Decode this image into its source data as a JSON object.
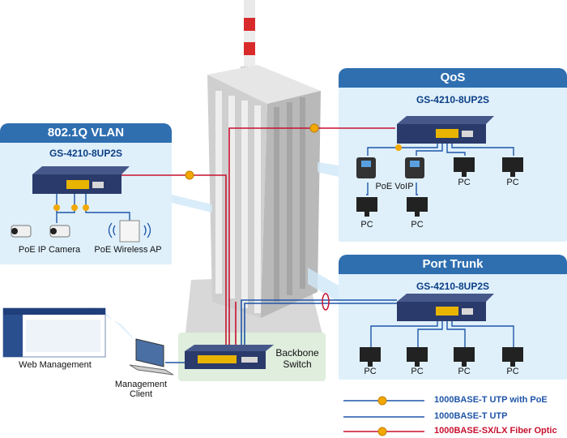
{
  "colors": {
    "panel_bg": "#dff0fb",
    "panel_header": "#2f6fb0",
    "model_text": "#0c3f86",
    "utp_poe": "#1f55a8",
    "utp": "#1f55a8",
    "fiber": "#c8102e",
    "poe_badge": "#f2a800",
    "backbone_bg": "#dfeedd"
  },
  "vlan": {
    "title": "802.1Q VLAN",
    "model": "GS-4210-8UP2S",
    "camera_label": "PoE IP Camera",
    "ap_label": "PoE Wireless AP"
  },
  "qos": {
    "title": "QoS",
    "model": "GS-4210-8UP2S",
    "voip_label": "PoE VoIP",
    "pc_labels": [
      "PC",
      "PC",
      "PC",
      "PC"
    ]
  },
  "trunk": {
    "title": "Port Trunk",
    "model": "GS-4210-8UP2S",
    "pc_labels": [
      "PC",
      "PC",
      "PC",
      "PC"
    ]
  },
  "backbone": {
    "label_line1": "Backbone",
    "label_line2": "Switch"
  },
  "management": {
    "web_label": "Web Management",
    "client_line1": "Management",
    "client_line2": "Client"
  },
  "legend": [
    {
      "text": "1000BASE-T UTP with PoE",
      "color": "#1f55a8",
      "badge": "PoE"
    },
    {
      "text": "1000BASE-T UTP",
      "color": "#1f55a8",
      "badge": ""
    },
    {
      "text": "1000BASE-SX/LX Fiber Optic",
      "color": "#c8102e",
      "badge": "SFP"
    }
  ]
}
